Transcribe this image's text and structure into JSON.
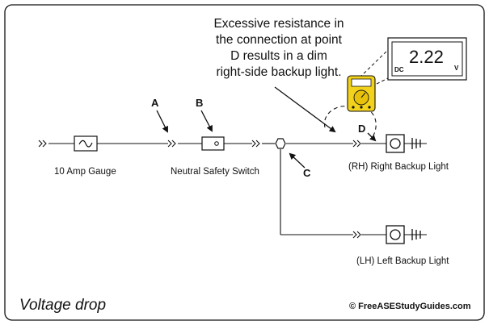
{
  "callout": {
    "lines": [
      "Excessive resistance in",
      "the connection at point",
      "D results in a dim",
      "right-side backup light."
    ]
  },
  "points": {
    "a": "A",
    "b": "B",
    "c": "C",
    "d": "D"
  },
  "components": {
    "gauge": "10 Amp Gauge",
    "switch": "Neutral Safety Switch",
    "rh_light": "(RH) Right Backup Light",
    "lh_light": "(LH) Left Backup Light"
  },
  "meter": {
    "reading": "2.22",
    "mode": "DC",
    "unit": "V"
  },
  "footer": {
    "title": "Voltage drop",
    "credit": "© FreeASEStudyGuides.com"
  },
  "colors": {
    "meter_body": "#f2d21b",
    "meter_dial": "#e8c20a",
    "line": "#111111"
  }
}
